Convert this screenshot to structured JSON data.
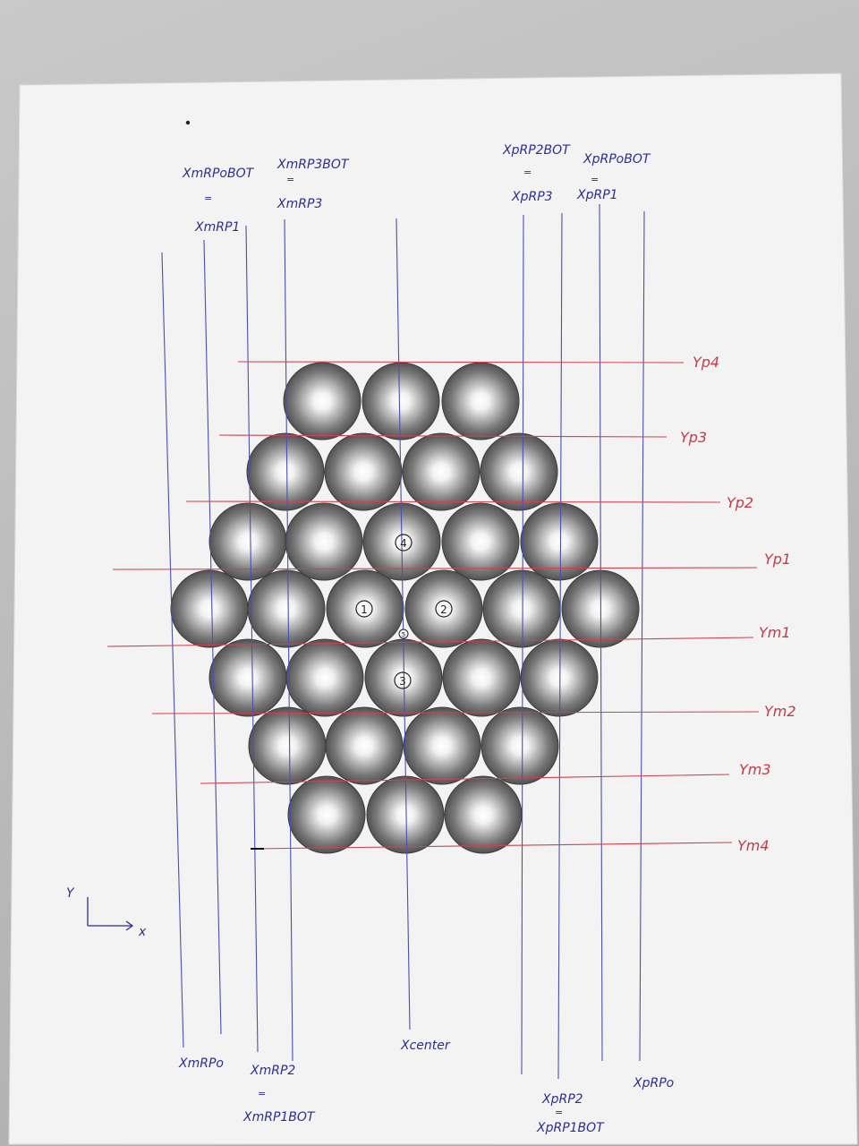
{
  "vertical_lines": {
    "top_labels": [
      {
        "id": "xm-rpobot-top",
        "line1": "XmRPoBOT",
        "eq": "=",
        "line2": "XmRP1"
      },
      {
        "id": "xm-rp3bot-top",
        "line1": "XmRP3BOT",
        "eq": "=",
        "line2": "XmRP3"
      },
      {
        "id": "xp-rp2bot-top",
        "line1": "XpRP2BOT",
        "eq": "=",
        "line2": "XpRP3"
      },
      {
        "id": "xp-rpobot-top",
        "line1": "XpRPoBOT",
        "eq": "=",
        "line2": "XpRP1"
      }
    ],
    "bottom_labels": [
      {
        "id": "xm-rpo",
        "line1": "XmRPo"
      },
      {
        "id": "xm-rp2",
        "line1": "XmRP2",
        "eq": "=",
        "line2": "XmRP1BOT"
      },
      {
        "id": "xcenter",
        "line1": "Xcenter"
      },
      {
        "id": "xp-rp2",
        "line1": "XpRP2",
        "eq": "=",
        "line2": "XpRP1BOT"
      },
      {
        "id": "xp-rpo",
        "line1": "XpRPo"
      }
    ]
  },
  "horizontal_lines": {
    "labels": [
      "Yp4",
      "Yp3",
      "Yp2",
      "Yp1",
      "Ym1",
      "Ym2",
      "Ym3",
      "Ym4"
    ]
  },
  "circle_markers": [
    "1",
    "2",
    "3",
    "4",
    "5"
  ],
  "axes": {
    "y": "Y",
    "x": "x"
  },
  "colors": {
    "paper": "#f4f4f5",
    "blue_line": "#4a4fb0",
    "red_line": "#d4414e",
    "sphere_dark": "#4a4a4a",
    "sphere_light": "#ffffff"
  }
}
